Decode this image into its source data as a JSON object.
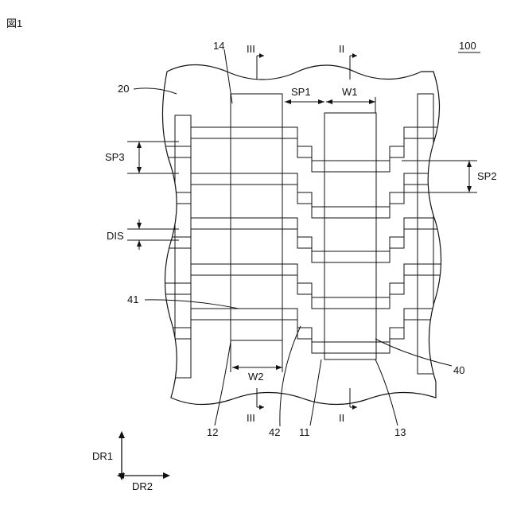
{
  "figure_label": "図1",
  "device_number": "100",
  "section_marks": {
    "line_2": "II",
    "line_3": "III"
  },
  "dimension_labels": {
    "sp1": "SP1",
    "sp2": "SP2",
    "sp3": "SP3",
    "w1": "W1",
    "w2": "W2",
    "dis": "DIS"
  },
  "reference_numerals": {
    "substrate": "20",
    "first_pillar_upper": "14",
    "first_pillar_lower": "12",
    "second_pillar_lower": "11",
    "second_pillar_edge": "13",
    "line_portion_41": "41",
    "line_portion_42": "42",
    "wiring_40": "40"
  },
  "directions": {
    "vertical": "DR1",
    "horizontal": "DR2"
  }
}
